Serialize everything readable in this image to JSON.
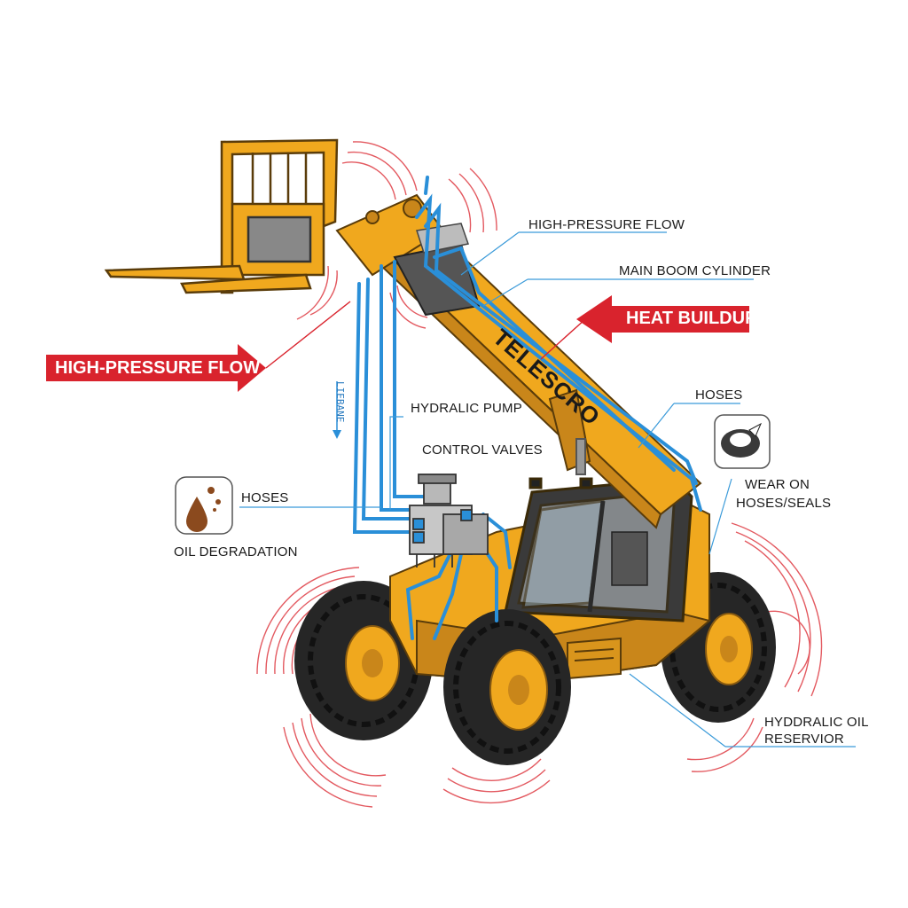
{
  "labels": {
    "high_pressure_flow_top": "HIGH-PRESSURE FLOW",
    "main_boom_cylinder": "MAIN BOOM CYLINDER",
    "heat_buildup": "HEAT BUILDUP",
    "high_pressure_flow_left": "HIGH-PRESSURE FLOW",
    "hoses_right": "HOSES",
    "hydraulic_pump": "HYDRALIC PUMP",
    "control_valves": "CONTROL VALVES",
    "hoses_left": "HOSES",
    "oil_degradation": "OIL DEGRADATION",
    "wear_on_hoses_seals_line1": "WEAR ON",
    "wear_on_hoses_seals_line2": "HOSES/SEALS",
    "hydraulic_oil_reservoir_line1": "HYDDRALIC OIL",
    "hydraulic_oil_reservoir_line2": "RESERVIOR",
    "vertical_flow_text": "LIEBANE",
    "boom_brand": "TELESCRO"
  },
  "colors": {
    "machine_yellow": "#f0a81e",
    "machine_shadow": "#c9861a",
    "hydraulic_blue": "#2a8fd8",
    "warning_red": "#d9232d",
    "tire_dark": "#262626",
    "callout_line": "#3a9ad9"
  },
  "icons": {
    "oil_drop": "oil-drop-icon",
    "seal_wear": "seal-wear-icon"
  }
}
